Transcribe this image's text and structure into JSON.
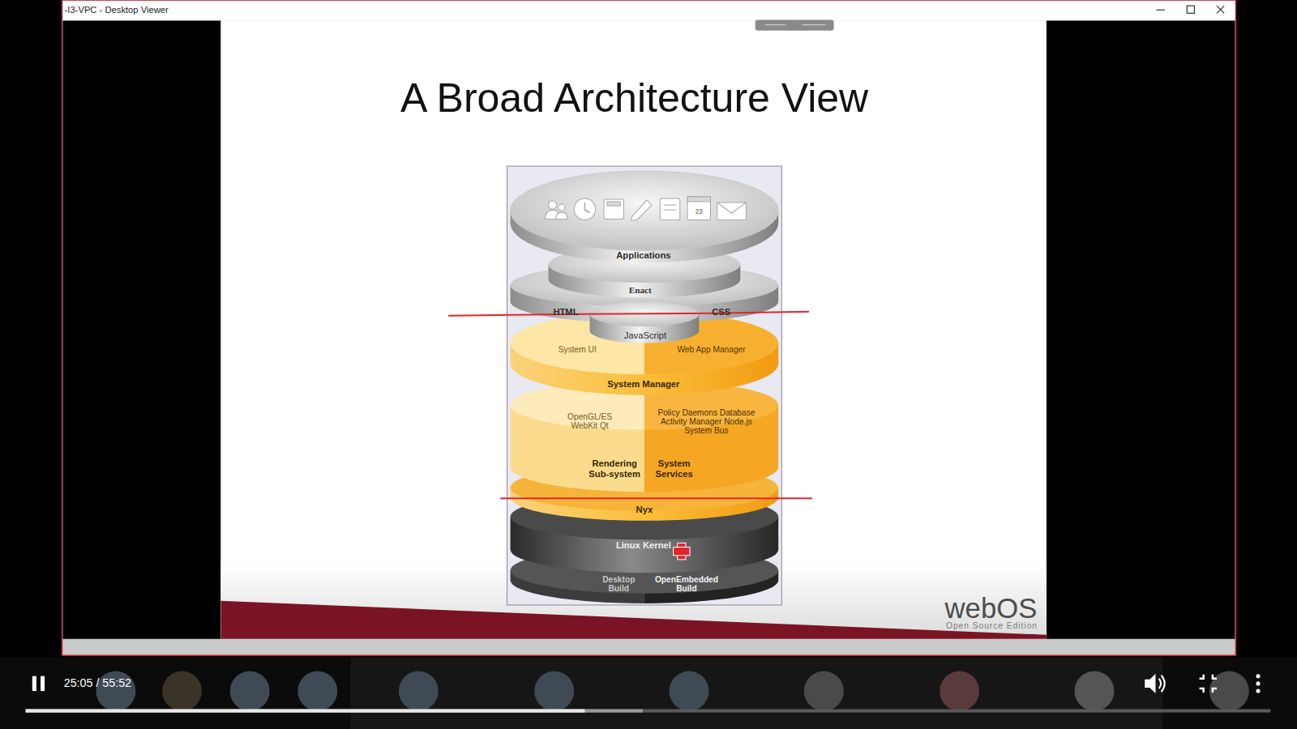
{
  "diagram": {
    "title": "A Broad Architecture View",
    "nodes": [
      {
        "text": [
          "Applications"
        ]
      },
      {
        "text": [
          "Enact"
        ]
      },
      {
        "text": [
          "HTML"
        ]
      },
      {
        "text": [
          "CSS"
        ]
      },
      {
        "text": [
          "JavaScript"
        ]
      },
      {
        "text": [
          "System UI"
        ]
      },
      {
        "text": [
          "Web App Manager"
        ]
      },
      {
        "text": [
          "System Manager"
        ]
      },
      {
        "text": [
          "OpenGL/ES WebKit Qt"
        ]
      },
      {
        "text": [
          "Policy Daemons Database Activity Manager Node.js System Bus"
        ]
      },
      {
        "text": [
          "Rendering Sub-system"
        ]
      },
      {
        "text": [
          "System Services"
        ]
      },
      {
        "text": [
          "Nyx"
        ]
      },
      {
        "text": [
          "Linux Kernel"
        ]
      },
      {
        "text": [
          "Desktop Build"
        ]
      },
      {
        "text": [
          "OpenEmbedded Build"
        ]
      }
    ],
    "labels": [
      "-I3-VPC - Desktop Viewer",
      "23",
      "webOS",
      "Open Source Edition",
      "25:05 / 55:52"
    ]
  }
}
